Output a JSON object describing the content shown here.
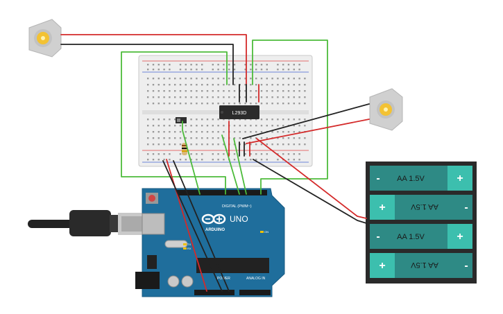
{
  "components": {
    "driver_chip": {
      "label": "L293D"
    },
    "arduino": {
      "logo_text": "ARDUINO",
      "model": "UNO",
      "digital_header": "DIGITAL (PWM~)",
      "power_header": "POWER",
      "analog_header": "ANALOG IN",
      "tx_label": "TX",
      "rx_label": "RX",
      "on_label": "ON"
    },
    "battery_pack": {
      "cells": [
        {
          "label": "AA 1.5V",
          "pos": "+",
          "neg": "-",
          "flipped": false
        },
        {
          "label": "AA 1.5V",
          "pos": "+",
          "neg": "-",
          "flipped": true
        },
        {
          "label": "AA 1.5V",
          "pos": "+",
          "neg": "-",
          "flipped": false
        },
        {
          "label": "AA 1.5V",
          "pos": "+",
          "neg": "-",
          "flipped": true
        }
      ]
    }
  },
  "colors": {
    "wire_red": "#d42a2a",
    "wire_black": "#222222",
    "wire_green": "#4cbb3a",
    "arduino_board": "#1f6e9c",
    "battery_cell": "#2e8a85",
    "battery_cap": "#3cbfae",
    "breadboard": "#efefef",
    "motor_body": "#cfcfcf",
    "motor_gear": "#f3c233"
  }
}
